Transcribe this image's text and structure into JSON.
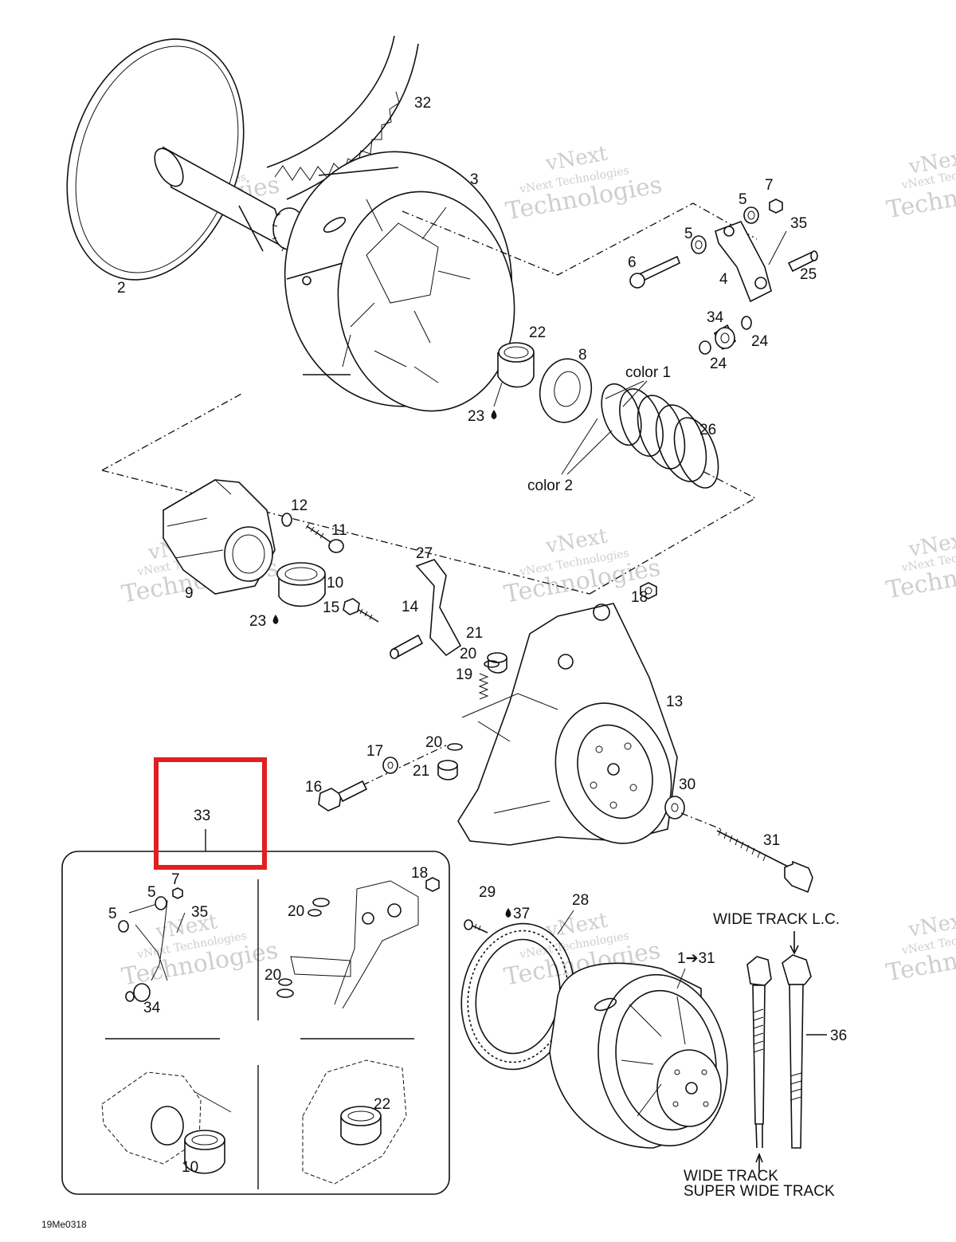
{
  "diagram": {
    "code": "19Me0318",
    "watermark": [
      "vNext Technologies",
      "vNext",
      "Technologies"
    ],
    "highlight_color": "#e02020",
    "notes": {
      "color1": "color 1",
      "color2": "color 2",
      "wide_track_lc": "WIDE TRACK L.C.",
      "wide_track": "WIDE TRACK",
      "super_wide_track": "SUPER WIDE TRACK",
      "ref_1_31": "1➔31"
    },
    "labels": {
      "p2": "2",
      "p3": "3",
      "p4": "4",
      "p5a": "5",
      "p5b": "5",
      "p6": "6",
      "p7": "7",
      "p8": "8",
      "p9": "9",
      "p10": "10",
      "p11": "11",
      "p12": "12",
      "p13": "13",
      "p14": "14",
      "p15": "15",
      "p16": "16",
      "p17": "17",
      "p18": "18",
      "p19": "19",
      "p20a": "20",
      "p20b": "20",
      "p21a": "21",
      "p21b": "21",
      "p22": "22",
      "p23a": "23",
      "p23b": "23",
      "p24a": "24",
      "p24b": "24",
      "p25": "25",
      "p26": "26",
      "p27": "27",
      "p28": "28",
      "p29": "29",
      "p30": "30",
      "p31": "31",
      "p32": "32",
      "p33": "33",
      "p34": "34",
      "p35": "35",
      "p36": "36",
      "p37": "37"
    },
    "kit_labels": {
      "k5a": "5",
      "k5b": "5",
      "k7": "7",
      "k35": "35",
      "k34": "34",
      "k18": "18",
      "k20a": "20",
      "k20b": "20",
      "k10": "10",
      "k22": "22"
    }
  }
}
